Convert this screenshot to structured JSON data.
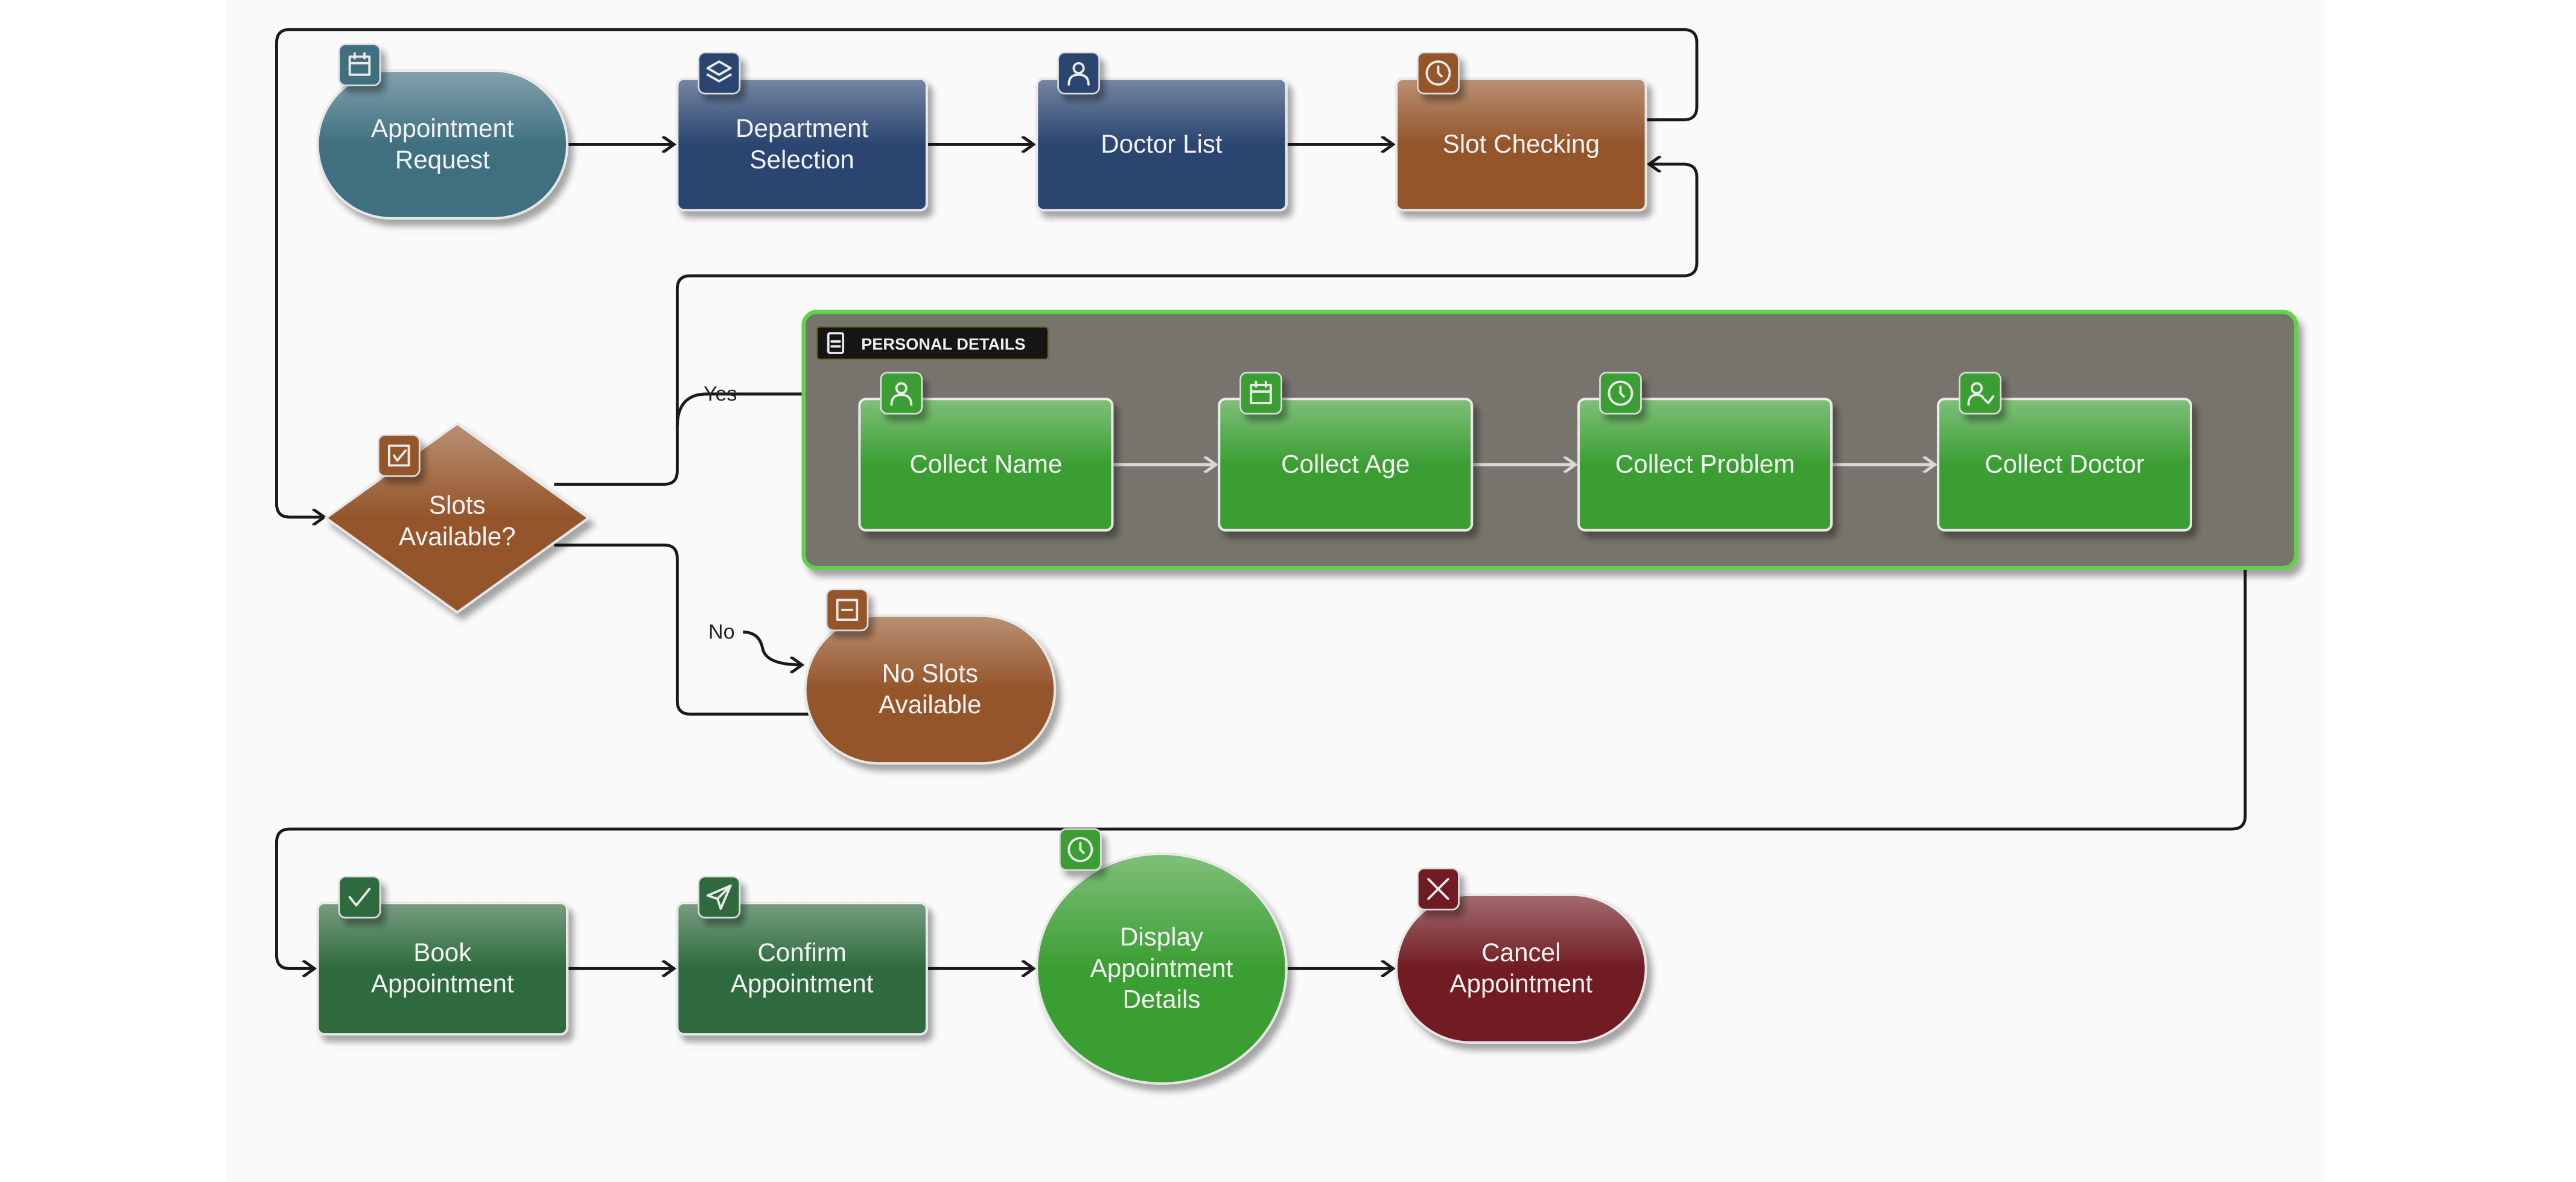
{
  "colors": {
    "teal": "#3f7080",
    "navy": "#2a4570",
    "brown": "#94542a",
    "green_light": "#3a9e32",
    "green_dark": "#2d6b3c",
    "red": "#701f21",
    "group_fill": "#77736d",
    "group_border": "#5fd24a"
  },
  "nodes": {
    "appointment_request": {
      "lines": [
        "Appointment",
        "Request"
      ],
      "icon": "calendar-icon"
    },
    "department_selection": {
      "lines": [
        "Department",
        "Selection"
      ],
      "icon": "layers-icon"
    },
    "doctor_list": {
      "lines": [
        "Doctor List"
      ],
      "icon": "user-icon"
    },
    "slot_checking": {
      "lines": [
        "Slot Checking"
      ],
      "icon": "clock-icon"
    },
    "slots_available": {
      "lines": [
        "Slots",
        "Available?"
      ],
      "icon": "checkbox-icon"
    },
    "no_slots": {
      "lines": [
        "No Slots",
        "Available"
      ],
      "icon": "archive-icon"
    },
    "collect_name": {
      "lines": [
        "Collect Name"
      ],
      "icon": "user-icon"
    },
    "collect_age": {
      "lines": [
        "Collect Age"
      ],
      "icon": "calendar-icon"
    },
    "collect_problem": {
      "lines": [
        "Collect Problem"
      ],
      "icon": "clock-icon"
    },
    "collect_doctor": {
      "lines": [
        "Collect Doctor"
      ],
      "icon": "user-check-icon"
    },
    "book_appointment": {
      "lines": [
        "Book",
        "Appointment"
      ],
      "icon": "check-icon"
    },
    "confirm_appointment": {
      "lines": [
        "Confirm",
        "Appointment"
      ],
      "icon": "send-icon"
    },
    "display_details": {
      "lines": [
        "Display",
        "Appointment",
        "Details"
      ],
      "icon": "clock-icon"
    },
    "cancel_appointment": {
      "lines": [
        "Cancel",
        "Appointment"
      ],
      "icon": "x-icon"
    }
  },
  "group": {
    "label": "PERSONAL DETAILS",
    "icon": "clipboard-icon"
  },
  "edges": {
    "yes": "Yes",
    "no": "No"
  }
}
